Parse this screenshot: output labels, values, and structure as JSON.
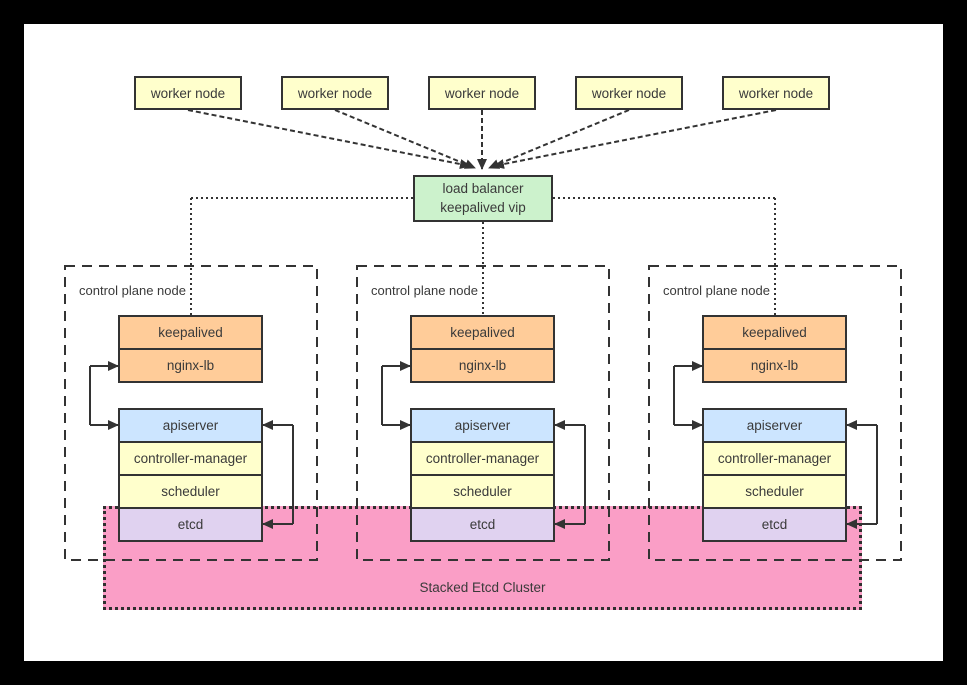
{
  "workers": {
    "labels": [
      "worker node",
      "worker node",
      "worker node",
      "worker node",
      "worker node"
    ]
  },
  "load_balancer": {
    "line1": "load balancer",
    "line2": "keepalived vip"
  },
  "control_plane_nodes": [
    {
      "label": "control plane node",
      "components": [
        {
          "label": "keepalived"
        },
        {
          "label": "nginx-lb"
        },
        {
          "label": "apiserver"
        },
        {
          "label": "controller-manager"
        },
        {
          "label": "scheduler"
        },
        {
          "label": "etcd"
        }
      ]
    },
    {
      "label": "control plane node",
      "components": [
        {
          "label": "keepalived"
        },
        {
          "label": "nginx-lb"
        },
        {
          "label": "apiserver"
        },
        {
          "label": "controller-manager"
        },
        {
          "label": "scheduler"
        },
        {
          "label": "etcd"
        }
      ]
    },
    {
      "label": "control plane node",
      "components": [
        {
          "label": "keepalived"
        },
        {
          "label": "nginx-lb"
        },
        {
          "label": "apiserver"
        },
        {
          "label": "controller-manager"
        },
        {
          "label": "scheduler"
        },
        {
          "label": "etcd"
        }
      ]
    }
  ],
  "etcd_cluster": {
    "label": "Stacked Etcd Cluster"
  },
  "colors": {
    "worker_yellow": "#FFFFCC",
    "load_balancer_green": "#CCF2CC",
    "keepalived_orange": "#FFCC99",
    "apiserver_blue": "#CCE5FF",
    "scheduler_yellow": "#FFFFCC",
    "etcd_purple": "#E0D2F0",
    "etcd_cluster_pink": "#FA9EC6",
    "line_dark": "#333333",
    "frame_black": "#000000",
    "canvas_white": "#FFFFFF"
  }
}
